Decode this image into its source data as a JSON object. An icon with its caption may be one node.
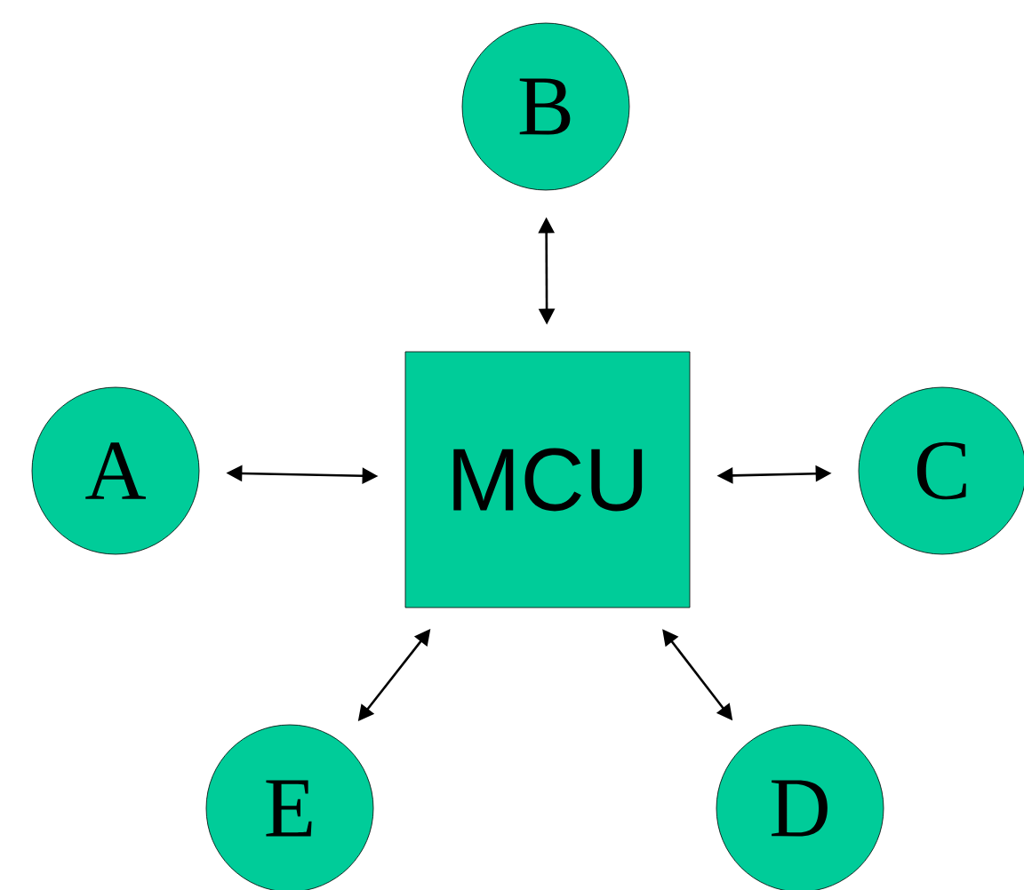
{
  "diagram": {
    "nodes": [
      {
        "text": [
          "B"
        ]
      },
      {
        "text": [
          "A"
        ]
      },
      {
        "text": [
          "MCU"
        ]
      },
      {
        "text": [
          "C"
        ]
      },
      {
        "text": [
          "E"
        ]
      },
      {
        "text": [
          "D"
        ]
      }
    ],
    "edges": [
      {
        "from": 2,
        "to": 0,
        "arrow": "both"
      },
      {
        "from": 1,
        "to": 2,
        "arrow": "both"
      },
      {
        "from": 2,
        "to": 3,
        "arrow": "both"
      },
      {
        "from": 2,
        "to": 4,
        "arrow": "both"
      },
      {
        "from": 2,
        "to": 5,
        "arrow": "both"
      }
    ]
  }
}
